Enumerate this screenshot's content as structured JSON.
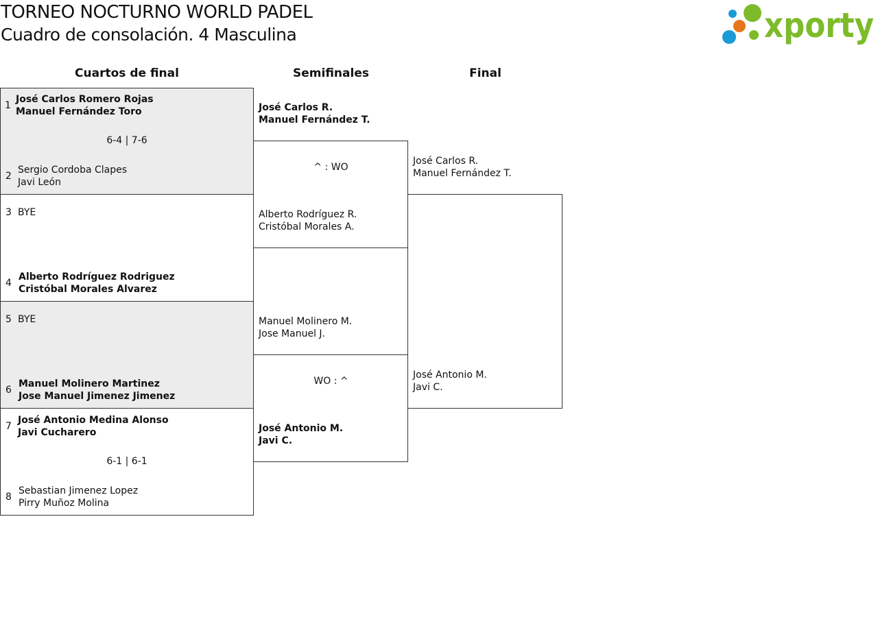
{
  "header": {
    "title": "TORNEO NOCTURNO WORLD PADEL",
    "subtitle": "Cuadro de consolación. 4 Masculina",
    "logo_text": "xporty"
  },
  "rounds": {
    "qf": "Cuartos de final",
    "sf": "Semifinales",
    "final": "Final"
  },
  "quarterfinals": [
    {
      "seed_a": "1",
      "a1": "José Carlos Romero Rojas",
      "a2": "Manuel Fernández Toro",
      "score": "6-4 | 7-6",
      "seed_b": "2",
      "b1": "Sergio Cordoba Clapes",
      "b2": "Javi León"
    },
    {
      "seed_a": "3",
      "a1": "BYE",
      "a2": "",
      "score": "",
      "seed_b": "4",
      "b1": "Alberto Rodríguez Rodriguez",
      "b2": "Cristóbal Morales Alvarez"
    },
    {
      "seed_a": "5",
      "a1": "BYE",
      "a2": "",
      "score": "",
      "seed_b": "6",
      "b1": "Manuel Molinero Martinez",
      "b2": "Jose Manuel Jimenez Jimenez"
    },
    {
      "seed_a": "7",
      "a1": "José Antonio Medina Alonso",
      "a2": "Javi Cucharero",
      "score": "6-1 | 6-1",
      "seed_b": "8",
      "b1": "Sebastian Jimenez Lopez",
      "b2": "Pirry Muñoz Molina"
    }
  ],
  "semifinals": [
    {
      "a1": "José Carlos R.",
      "a2": "Manuel Fernández T.",
      "score": "^ : WO",
      "b1": "Alberto Rodríguez R.",
      "b2": "Cristóbal Morales A."
    },
    {
      "a1": "Manuel Molinero M.",
      "a2": "Jose Manuel J.",
      "score": "WO : ^",
      "b1": "José Antonio M.",
      "b2": "Javi C."
    }
  ],
  "final": {
    "a1": "José Carlos R.",
    "a2": "Manuel Fernández T.",
    "b1": "José Antonio M.",
    "b2": "Javi C."
  },
  "colors": {
    "logo_green": "#7dbb2a",
    "logo_blue": "#1a9ad6",
    "logo_orange": "#e8761c",
    "shade": "#ececec"
  }
}
